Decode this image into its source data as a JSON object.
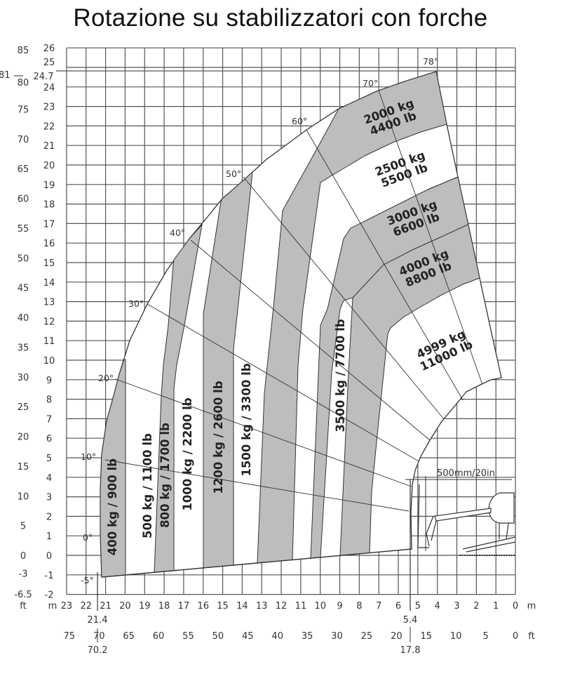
{
  "title": "Rotazione su stabilizzatori con forche",
  "y_axis": {
    "m_ticks": [
      "26",
      "25",
      "24",
      "23",
      "22",
      "21",
      "20",
      "19",
      "18",
      "17",
      "16",
      "15",
      "14",
      "13",
      "12",
      "11",
      "10",
      "9",
      "8",
      "7",
      "6",
      "5",
      "4",
      "3",
      "2",
      "1",
      "0",
      "-1",
      "-2"
    ],
    "ft_ticks": [
      "85",
      "80",
      "75",
      "70",
      "65",
      "60",
      "55",
      "50",
      "45",
      "40",
      "35",
      "30",
      "25",
      "20",
      "15",
      "10",
      "5",
      "0",
      "-3",
      "-6.5"
    ],
    "ft_unit": "ft",
    "m_unit": "m",
    "max_height_m": "24.7",
    "max_height_ft": "81"
  },
  "x_axis": {
    "m_ticks": [
      "23",
      "22",
      "21",
      "20",
      "19",
      "18",
      "17",
      "16",
      "15",
      "14",
      "13",
      "12",
      "11",
      "10",
      "9",
      "8",
      "7",
      "6",
      "5",
      "4",
      "3",
      "2",
      "1",
      "0"
    ],
    "m_unit": "m",
    "ft_ticks": [
      "75",
      "70",
      "65",
      "60",
      "55",
      "50",
      "45",
      "40",
      "35",
      "30",
      "25",
      "20",
      "15",
      "10",
      "5",
      "0"
    ],
    "ft_unit": "ft",
    "max_reach_m": "21.4",
    "max_reach_ft": "70.2",
    "reach_mark_m": "5.4",
    "reach_mark_ft": "17.8"
  },
  "angles": [
    "78°",
    "70°",
    "60°",
    "50°",
    "40°",
    "30°",
    "20°",
    "10°",
    "0°",
    "-5°"
  ],
  "separator": " / ",
  "load_zones": [
    {
      "kg": "400 kg",
      "lb": "900 lb"
    },
    {
      "kg": "500 kg",
      "lb": "1100 lb"
    },
    {
      "kg": "800 kg",
      "lb": "1700 lb"
    },
    {
      "kg": "1000 kg",
      "lb": "2200 lb"
    },
    {
      "kg": "1200 kg",
      "lb": "2600 lb"
    },
    {
      "kg": "1500 kg",
      "lb": "3300 lb"
    },
    {
      "kg": "3500 kg",
      "lb": "7700 lb"
    },
    {
      "kg": "2000 kg",
      "lb": "4400 lb"
    },
    {
      "kg": "2500 kg",
      "lb": "5500 lb"
    },
    {
      "kg": "3000 kg",
      "lb": "6600 lb"
    },
    {
      "kg": "4000 kg",
      "lb": "8800 lb"
    },
    {
      "kg": "4999 kg",
      "lb": "11000 lb"
    }
  ],
  "dimension_label": "500mm/20in",
  "colors": {
    "zone_gray": "#bdbdbf",
    "grid": "#555555",
    "text": "#333333"
  }
}
